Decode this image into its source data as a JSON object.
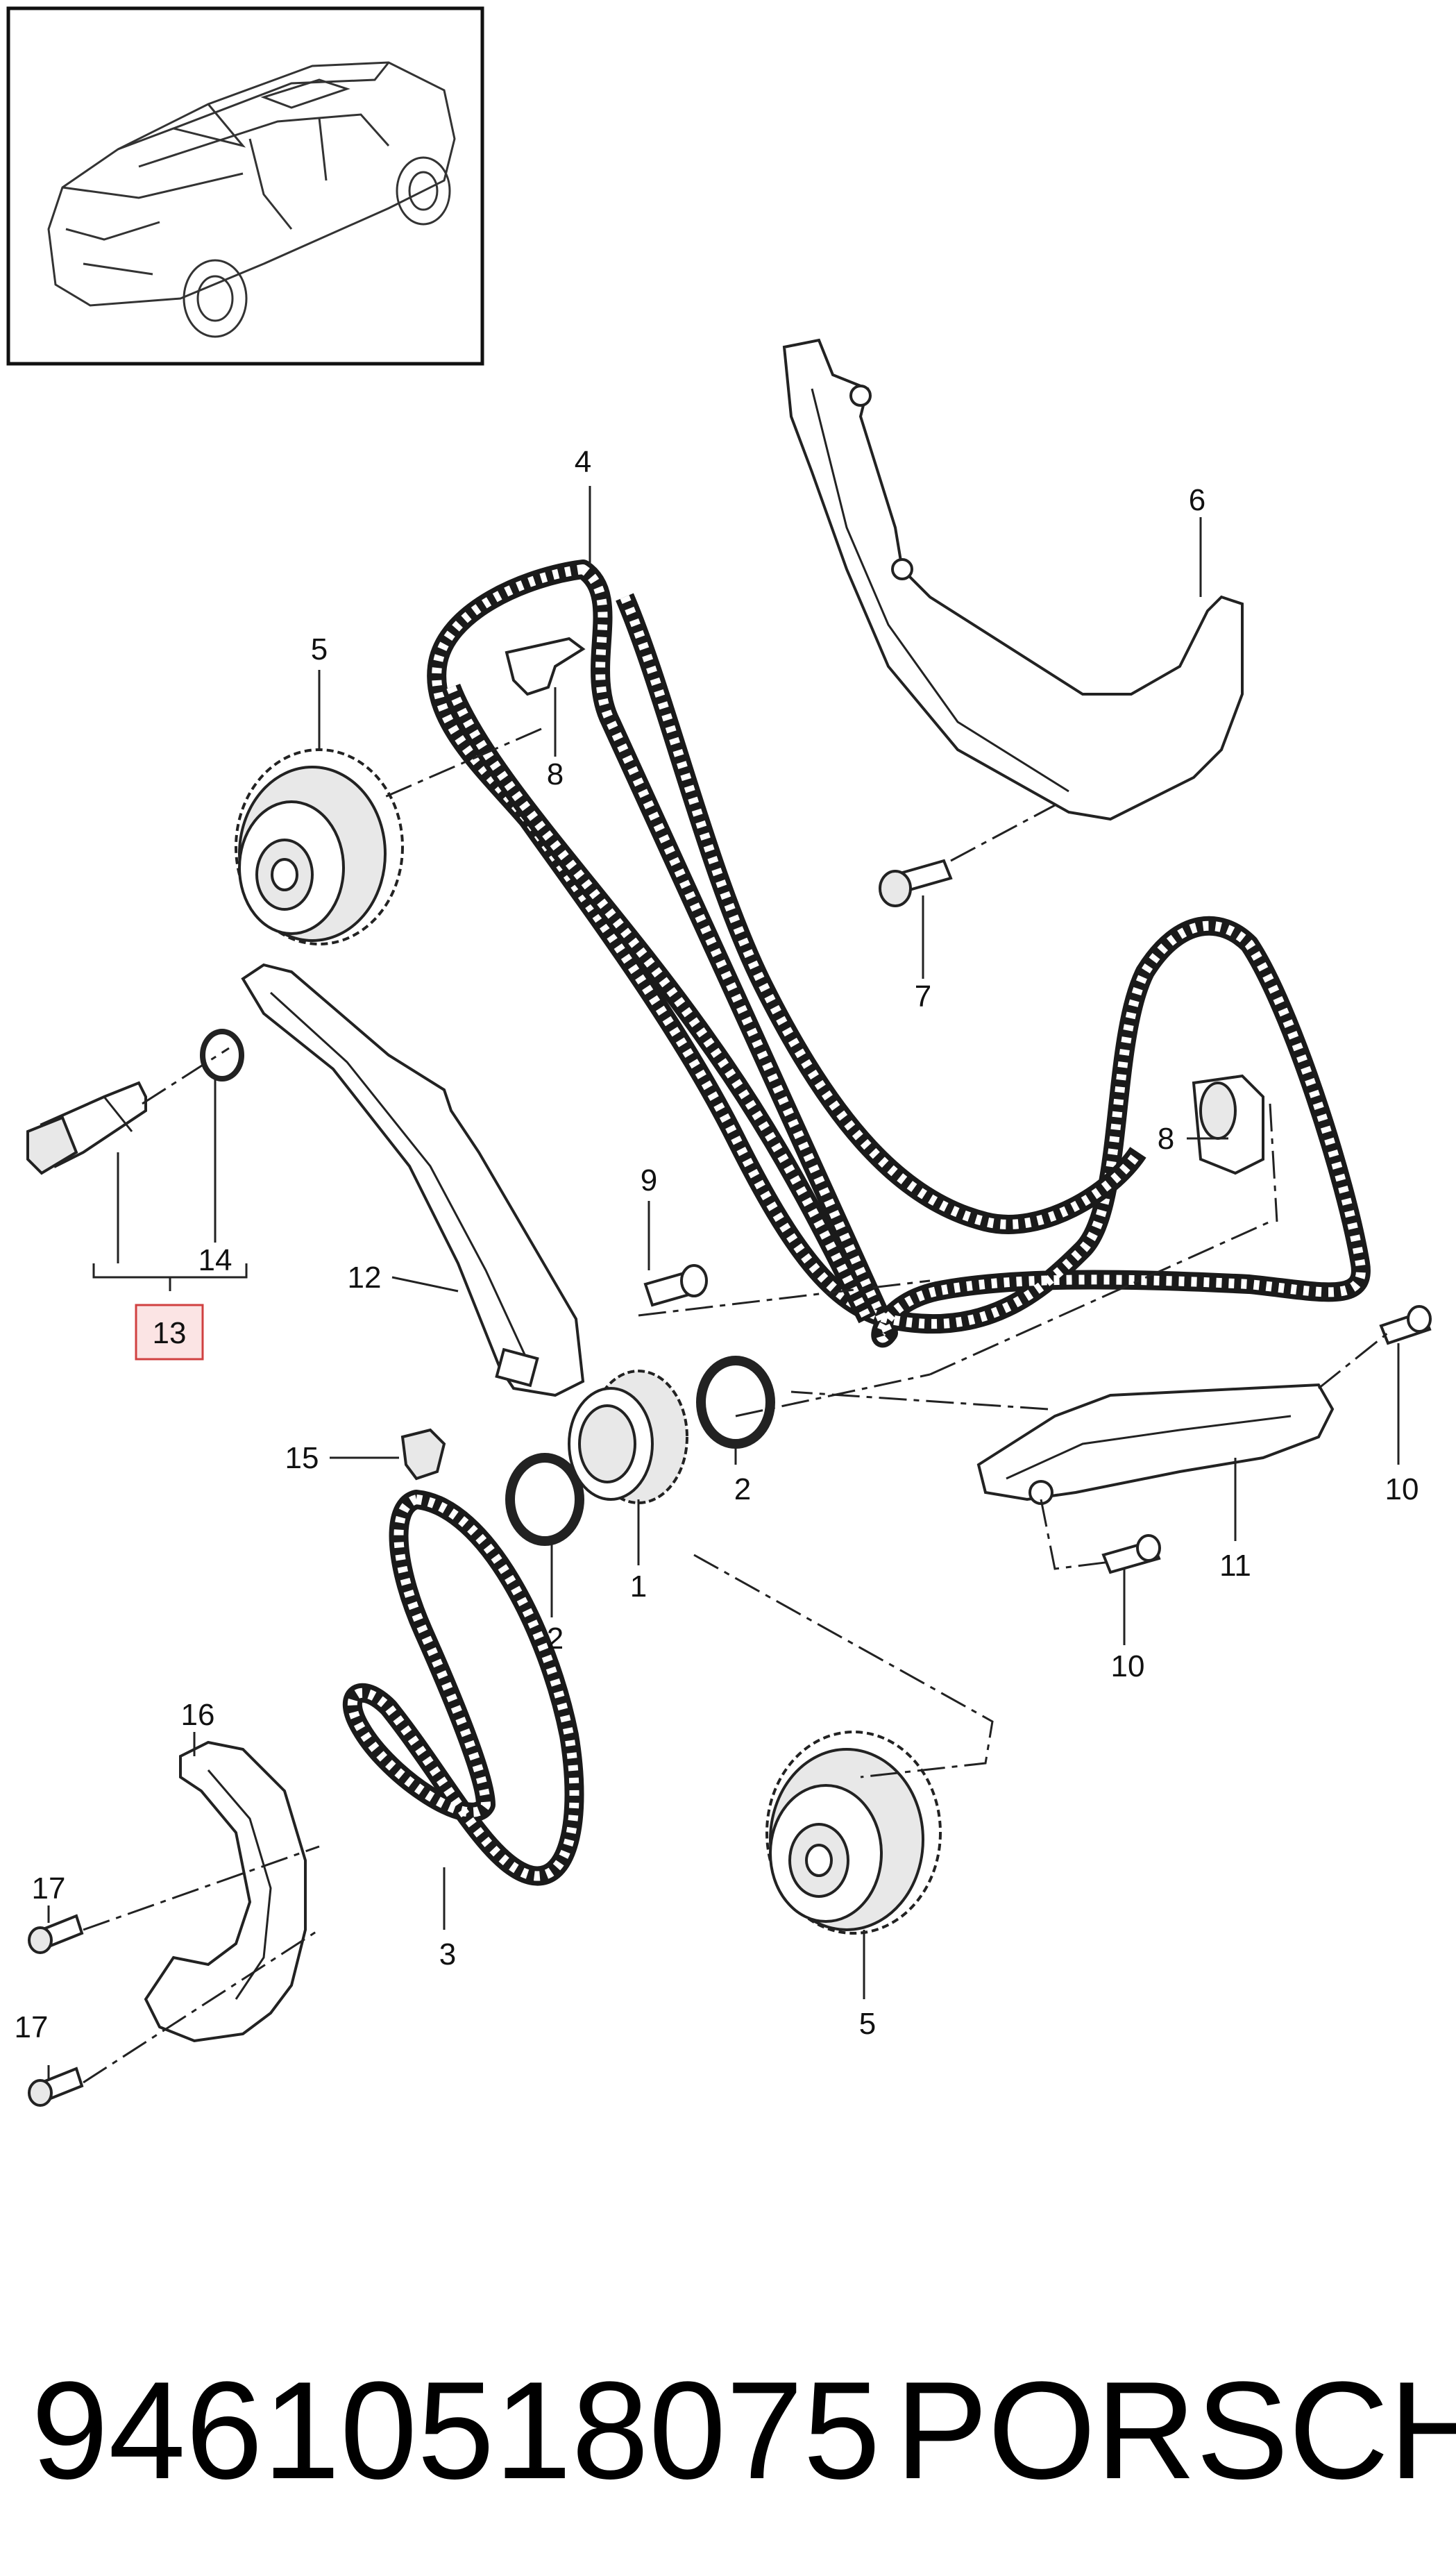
{
  "diagram": {
    "callouts": [
      {
        "id": "c1",
        "text": "1"
      },
      {
        "id": "c2a",
        "text": "2"
      },
      {
        "id": "c2b",
        "text": "2"
      },
      {
        "id": "c3",
        "text": "3"
      },
      {
        "id": "c4",
        "text": "4"
      },
      {
        "id": "c5a",
        "text": "5"
      },
      {
        "id": "c5b",
        "text": "5"
      },
      {
        "id": "c6",
        "text": "6"
      },
      {
        "id": "c7",
        "text": "7"
      },
      {
        "id": "c8a",
        "text": "8"
      },
      {
        "id": "c8b",
        "text": "8"
      },
      {
        "id": "c9",
        "text": "9"
      },
      {
        "id": "c10a",
        "text": "10"
      },
      {
        "id": "c10b",
        "text": "10"
      },
      {
        "id": "c11",
        "text": "11"
      },
      {
        "id": "c12",
        "text": "12"
      },
      {
        "id": "c13",
        "text": "13"
      },
      {
        "id": "c14",
        "text": "14"
      },
      {
        "id": "c15",
        "text": "15"
      },
      {
        "id": "c16",
        "text": "16"
      },
      {
        "id": "c17a",
        "text": "17"
      },
      {
        "id": "c17b",
        "text": "17"
      }
    ],
    "highlight_color": "#d04040",
    "highlight_fill": "#fbe4e4"
  },
  "footer": {
    "part_number": "94610518075",
    "brand": "PORSCHE"
  }
}
